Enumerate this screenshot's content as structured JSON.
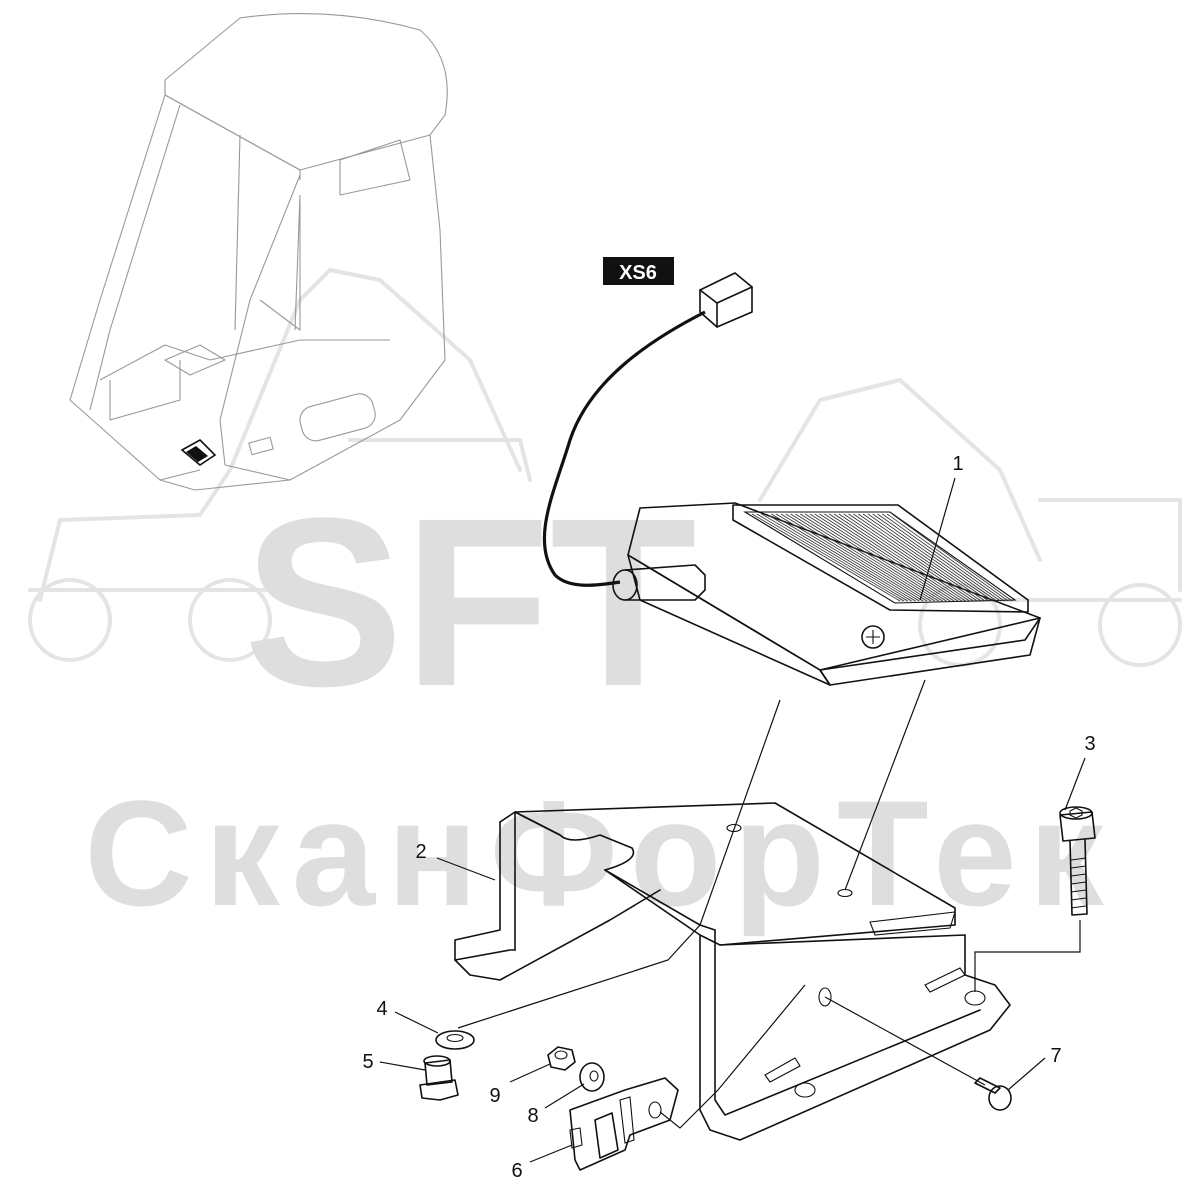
{
  "watermark": {
    "line1": "SFT",
    "line2": "СканФорТек"
  },
  "connector_tag": "XS6",
  "callouts": [
    {
      "id": "1",
      "label": "1"
    },
    {
      "id": "2",
      "label": "2"
    },
    {
      "id": "3",
      "label": "3"
    },
    {
      "id": "4",
      "label": "4"
    },
    {
      "id": "5",
      "label": "5"
    },
    {
      "id": "6",
      "label": "6"
    },
    {
      "id": "7",
      "label": "7"
    },
    {
      "id": "8",
      "label": "8"
    },
    {
      "id": "9",
      "label": "9"
    }
  ],
  "colors": {
    "line": "#111111",
    "watermark": "#dedede",
    "tag_background": "#111111",
    "tag_text": "#ffffff"
  }
}
